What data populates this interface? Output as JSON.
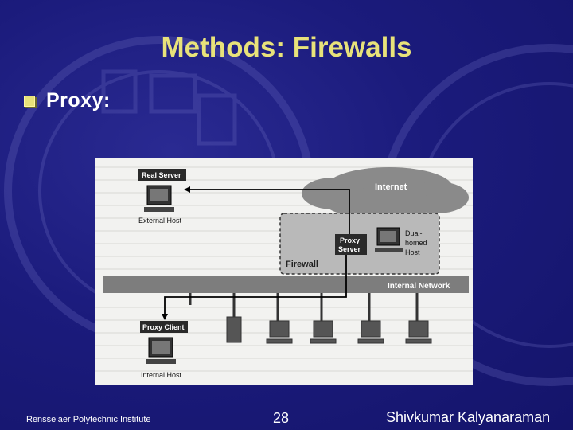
{
  "slide": {
    "title": "Methods: Firewalls",
    "bullet": "Proxy:"
  },
  "diagram": {
    "real_server_label": "Real Server",
    "external_host_label": "External Host",
    "internet_label": "Internet",
    "proxy_server_label_line1": "Proxy",
    "proxy_server_label_line2": "Server",
    "dual_homed_line1": "Dual-",
    "dual_homed_line2": "homed",
    "dual_homed_line3": "Host",
    "firewall_label": "Firewall",
    "internal_network_label": "Internal Network",
    "proxy_client_label": "Proxy Client",
    "internal_host_label": "Internal Host"
  },
  "footer": {
    "institute": "Rensselaer Polytechnic Institute",
    "page_number": "28",
    "author": "Shivkumar Kalyanaraman"
  },
  "colors": {
    "background": "#1b1b7c",
    "title": "#e8e27a",
    "text": "#ffffff"
  }
}
